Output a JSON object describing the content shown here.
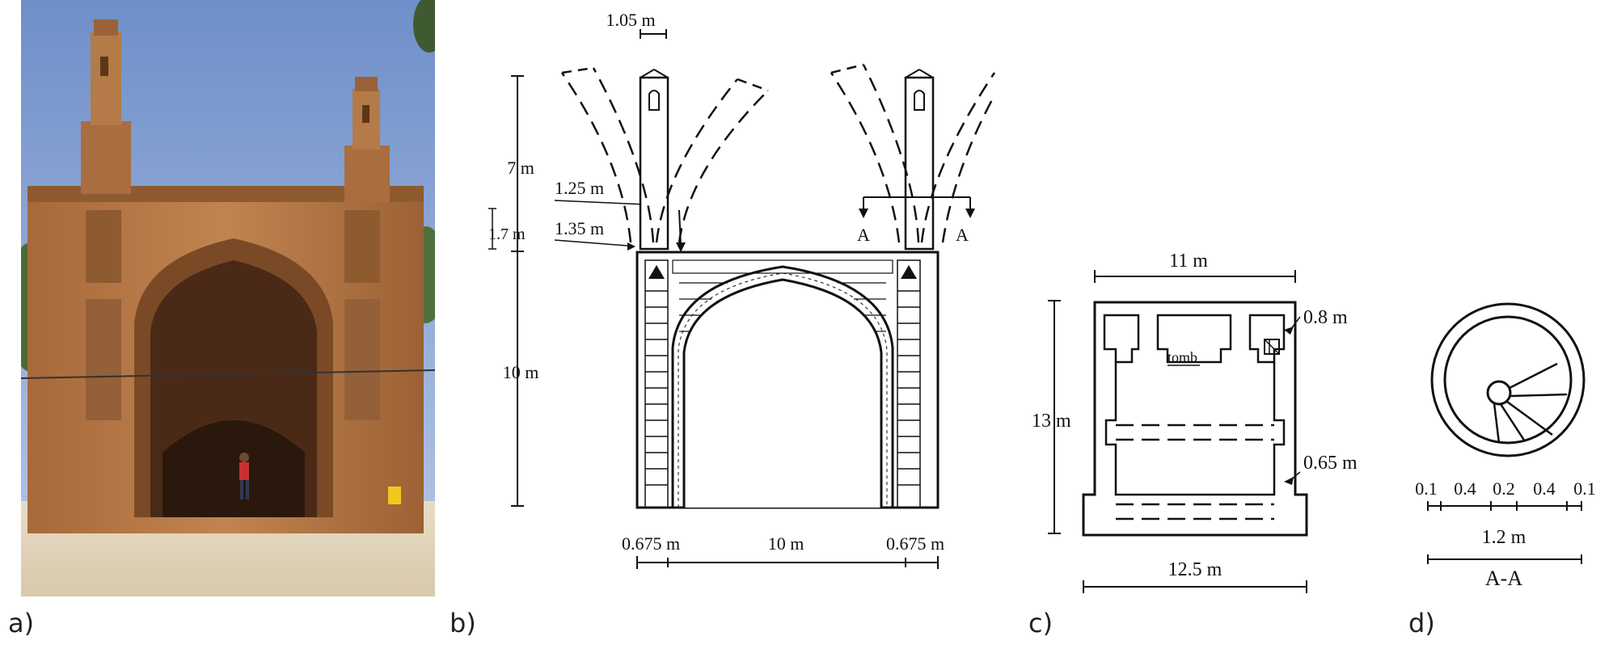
{
  "panel_labels": {
    "a": "a)",
    "b": "b)",
    "c": "c)",
    "d": "d)"
  },
  "elevation": {
    "minaret_width": "1.05 m",
    "minaret_height": "7 m",
    "offset_top": "1.25 m",
    "offset_bottom": "1.35 m",
    "base_height": "1.7 m",
    "building_height": "10 m",
    "pier_left": "0.675 m",
    "span": "10 m",
    "pier_right": "0.675 m",
    "section_mark": "A"
  },
  "plan": {
    "top_width": "11 m",
    "depth": "13 m",
    "wall_thickness_1": "0.8 m",
    "wall_thickness_2": "0.65 m",
    "bottom_width": "12.5 m",
    "tomb_label": "tomb"
  },
  "section": {
    "dims": [
      "0.1",
      "0.4",
      "0.2",
      "0.4",
      "0.1"
    ],
    "total": "1.2 m",
    "name": "A-A"
  },
  "colors": {
    "sky": "#8fa9d6",
    "brick": "#b0743f",
    "brick_dark": "#7a4a24",
    "ground": "#e9dcc4",
    "ink": "#111111"
  }
}
